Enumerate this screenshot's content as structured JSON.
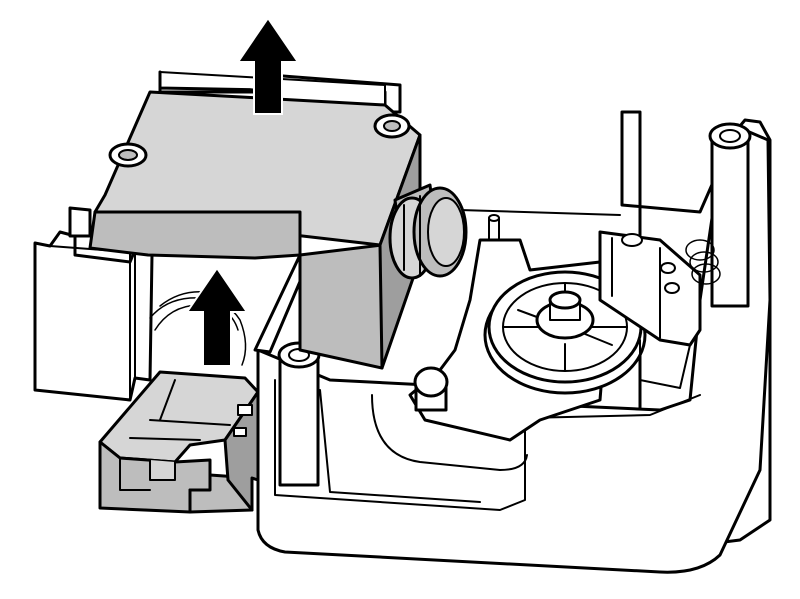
{
  "colors": {
    "background": "#ffffff",
    "outline": "#000000",
    "component_fill": "#bdbdbd",
    "component_fill_light": "#d6d6d6",
    "component_fill_dark": "#9e9e9e",
    "housing_fill": "#ffffff",
    "arrow_fill": "#000000"
  },
  "figure": {
    "kind": "exploded technical line drawing",
    "arrows": [
      {
        "direction": "up",
        "icon": "arrow-up-icon",
        "target": "solenoid"
      },
      {
        "direction": "up",
        "icon": "arrow-up-icon",
        "target": "connector-plug"
      }
    ]
  }
}
